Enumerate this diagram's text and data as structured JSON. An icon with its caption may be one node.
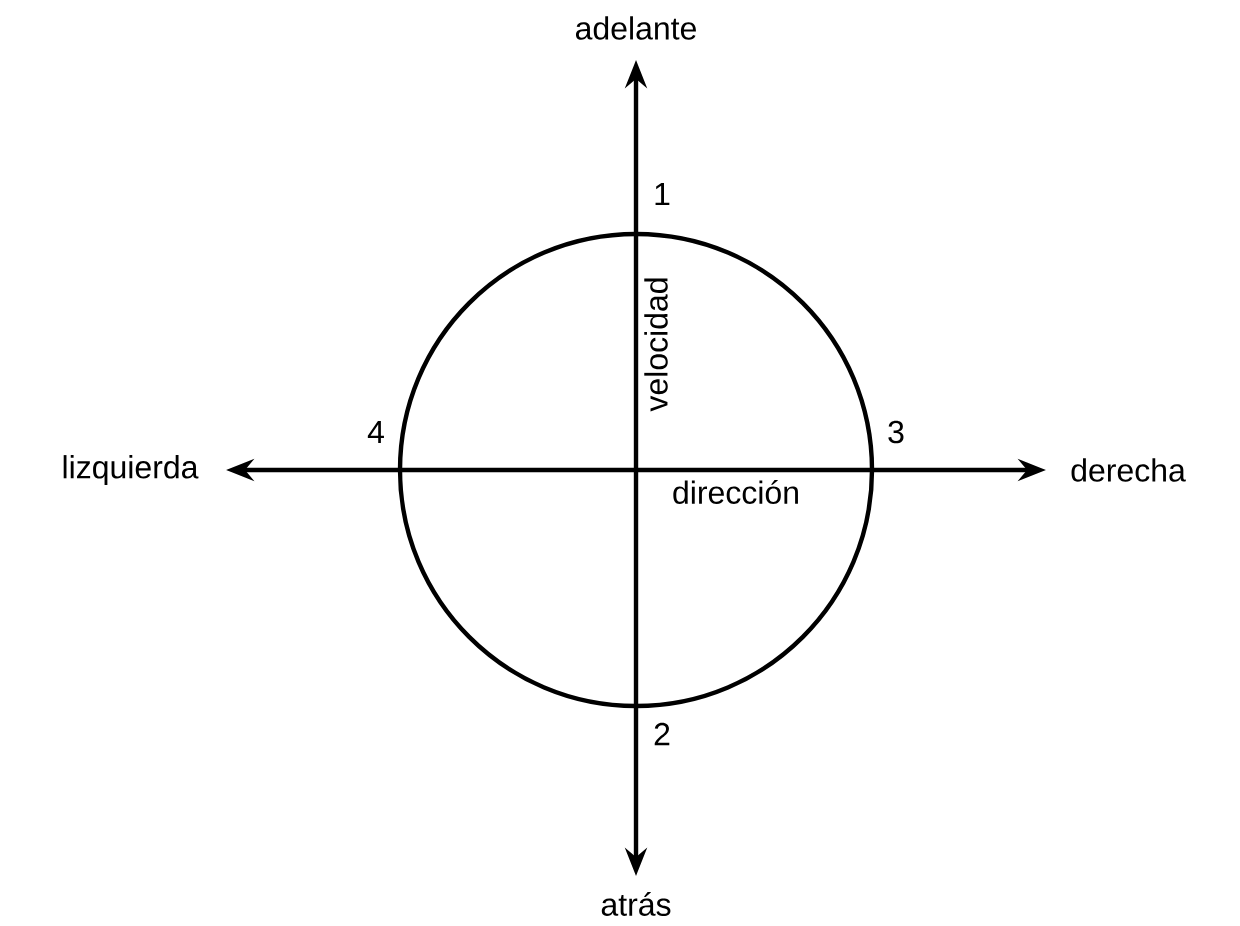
{
  "diagram": {
    "labels": [
      "adelante",
      "1",
      "velocidad",
      "lizquierda",
      "4",
      "3",
      "derecha",
      "dirección",
      "2",
      "atrás"
    ]
  }
}
